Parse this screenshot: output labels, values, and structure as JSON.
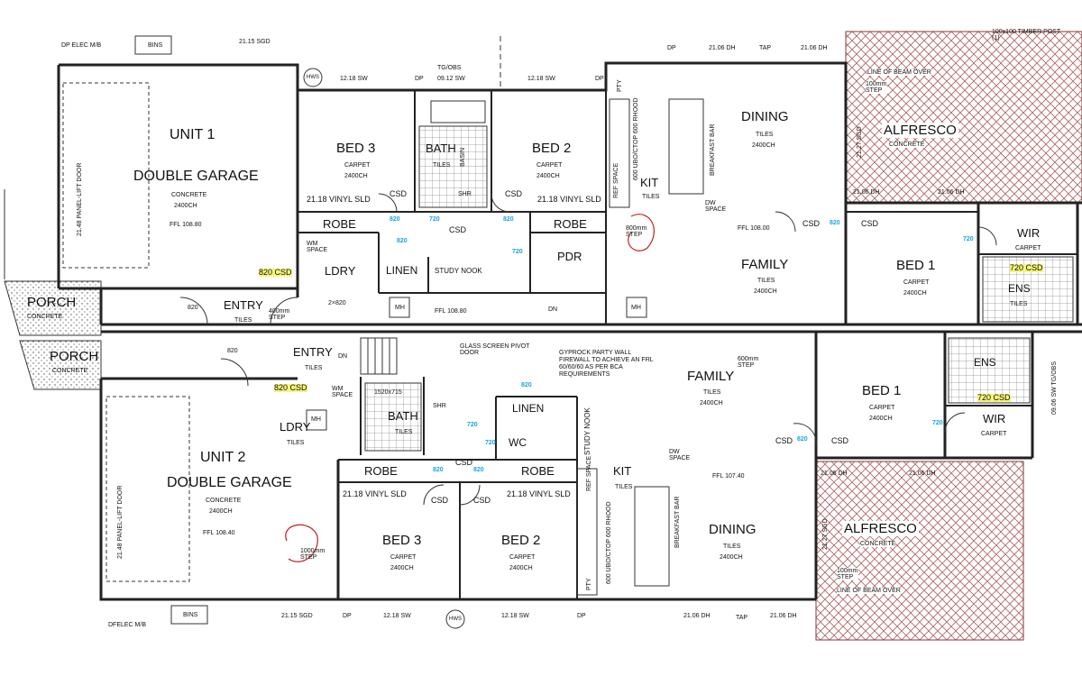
{
  "top": {
    "garage_title_1": "UNIT 1",
    "garage_title_2": "DOUBLE GARAGE",
    "garage_floor": "CONCRETE",
    "garage_ch": "2400CH",
    "garage_ffl": "FFL 108.80",
    "panel_door": "21.48 PANEL-LIFT DOOR",
    "csd_820": "820 CSD",
    "porch": "PORCH",
    "porch_floor": "CONCRETE",
    "entry": "ENTRY",
    "entry_floor": "TILES",
    "step_400": "400mm STEP",
    "bed3": "BED 3",
    "bed2": "BED 2",
    "carpet": "CARPET",
    "ch": "2400CH",
    "vinyl_sld": "21.18 VINYL SLD",
    "bath": "BATH",
    "tiles": "TILES",
    "shr": "SHR",
    "basin": "BASIN",
    "robe": "ROBE",
    "ldry": "LDRY",
    "wm_space": "WM SPACE",
    "linen": "LINEN",
    "study_nook": "STUDY NOOK",
    "pdr": "PDR",
    "mh": "MH",
    "ffl_mid": "FFL 108.80",
    "dn": "DN",
    "kit": "KIT",
    "kit_tiles": "TILES",
    "ref_space": "REF SPACE",
    "pty": "PTY",
    "rhood": "600 UBO/CTOP 600 RHOOD",
    "breakfast_bar": "BREAKFAST BAR",
    "dw_space": "DW SPACE",
    "dining": "DINING",
    "dining_tiles": "TILES",
    "dining_ch": "2400CH",
    "family": "FAMILY",
    "family_tiles": "TILES",
    "family_ch": "2400CH",
    "ffl_108": "FFL 108.00",
    "step_800": "800mm STEP",
    "bed1": "BED 1",
    "wir": "WIR",
    "ens": "ENS",
    "csd_720": "720 CSD",
    "alfresco": "ALFRESCO",
    "alfresco_floor": "CONCRETE",
    "beam_over": "LINE OF BEAM OVER",
    "step_100": "100mm STEP",
    "timber_post": "100x100 TIMBER POST (1)",
    "sgd": "21.15 SGD",
    "sw1": "12.18 SW",
    "tg": "TG/OBS",
    "sw2": "09.12 SW",
    "dh1": "21.06 DH",
    "dh2": "21.06 DH",
    "tap": "TAP",
    "hws": "HWS",
    "dp": "DP",
    "elec": "DP ELEC M/B",
    "bins": "BINS",
    "sgd_side": "21.27 SGD",
    "dh3": "21.06 DH",
    "dh4": "21.06 DH",
    "d820": "820",
    "d720": "720",
    "x820": "2×820",
    "csd": "CSD"
  },
  "bottom": {
    "garage_title_1": "UNIT 2",
    "garage_title_2": "DOUBLE GARAGE",
    "garage_floor": "CONCRETE",
    "garage_ch": "2400CH",
    "garage_ffl": "FFL 108.40",
    "panel_door": "21.48 PANEL-LIFT DOOR",
    "csd_820": "820 CSD",
    "porch": "PORCH",
    "porch_floor": "CONCRETE",
    "entry": "ENTRY",
    "entry_floor": "TILES",
    "dn": "DN",
    "ldry": "LDRY",
    "ldry_tiles": "TILES",
    "wm_space": "WM SPACE",
    "mh": "MH",
    "bath": "BATH",
    "tiles": "TILES",
    "shr": "SHR",
    "bath_size": "1520x715",
    "glass_screen": "GLASS SCREEN PIVOT DOOR",
    "linen": "LINEN",
    "wc": "WC",
    "study_nook": "STUDY NOOK",
    "party_wall": "GYPROCK PARTY WALL FIREWALL TO ACHIEVE AN FRL 60/60/60 AS PER BCA REQUIREMENTS",
    "family": "FAMILY",
    "family_tiles": "TILES",
    "family_ch": "2400CH",
    "step_600": "600mm STEP",
    "robe": "ROBE",
    "bed3": "BED 3",
    "bed2": "BED 2",
    "carpet": "CARPET",
    "ch": "2400CH",
    "vinyl_sld": "21.18 VINYL SLD",
    "step_1000": "1000mm STEP",
    "kit": "KIT",
    "kit_tiles": "TILES",
    "ref_space": "REF SPACE",
    "pty": "PTY",
    "rhood": "600 UBO/CTOP 600 RHOOD",
    "breakfast_bar": "BREAKFAST BAR",
    "dw_space": "DW SPACE",
    "ffl_107": "FFL 107.40",
    "dining": "DINING",
    "dining_tiles": "TILES",
    "dining_ch": "2400CH",
    "bed1": "BED 1",
    "ens": "ENS",
    "wir": "WIR",
    "csd_720": "720 CSD",
    "sw_obs": "09.06 SW TG/OBS",
    "alfresco": "ALFRESCO",
    "alfresco_floor": "CONCRETE",
    "beam_over": "LINE OF BEAM OVER",
    "step_100": "100mm STEP",
    "sgd": "21.15 SGD",
    "sw1": "12.18 SW",
    "sw2": "12.18 SW",
    "dh1": "21.06 DH",
    "dh2": "21.06 DH",
    "tap": "TAP",
    "hws": "HWS",
    "dp": "DP",
    "elec": "DFELEC M/B",
    "bins": "BINS",
    "sgd_side": "21.27 SGD",
    "dh3": "21.06 DH",
    "dh4": "21.06 DH",
    "d820": "820",
    "d720": "720",
    "csd": "CSD"
  }
}
